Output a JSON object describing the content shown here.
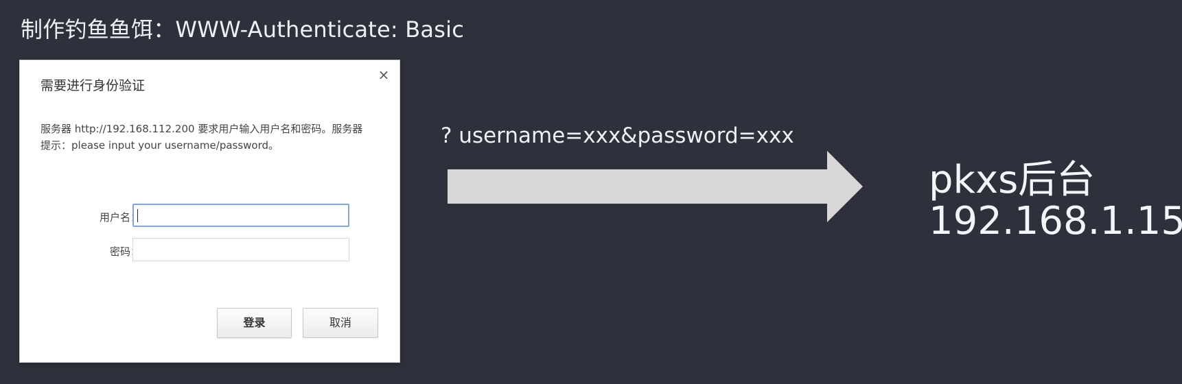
{
  "slide": {
    "title": "制作钓鱼鱼饵：WWW-Authenticate: Basic"
  },
  "dialog": {
    "title": "需要进行身份验证",
    "close_icon": "×",
    "message": "服务器 http://192.168.112.200 要求用户输入用户名和密码。服务器提示：please input your username/password。",
    "username_label": "用户名：",
    "username_value": "",
    "password_label": "密码：",
    "password_value": "",
    "login_label": "登录",
    "cancel_label": "取消"
  },
  "flow": {
    "query": "? username=xxx&password=xxx",
    "arrow_color": "#d9d7d8"
  },
  "target": {
    "name": "pkxs后台",
    "ip": "192.168.1.15"
  }
}
